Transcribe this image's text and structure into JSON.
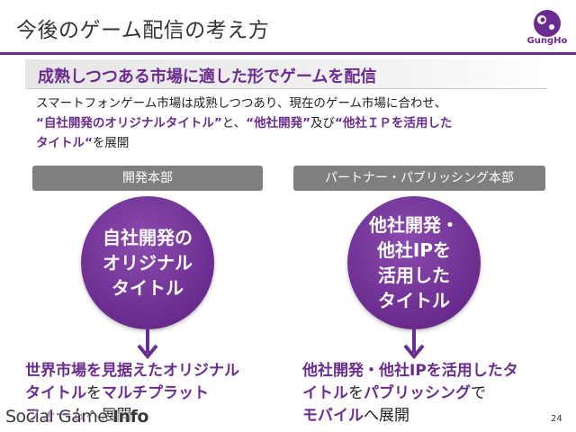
{
  "slide": {
    "title": "今後のゲーム配信の考え方",
    "logo_text": "GungHo",
    "subtitle": "成熟しつつある市場に適した形でゲームを配信",
    "body": {
      "line1": "スマートフォンゲーム市場は成熟しつつあり、現在のゲーム市場に合わせ、",
      "q1": "“自社開発のオリジナルタイトル”",
      "mid": "と、",
      "q2": "“他社開発”",
      "and": "及び",
      "q3": "“他社ＩＰを活用した",
      "q3b": "タイトル“",
      "tail": "を展開"
    },
    "left": {
      "dept": "開発本部",
      "circle_lines": [
        "自社開発の",
        "オリジナル",
        "タイトル"
      ],
      "outcome_hl1": "世界市場を見据えたオリジナル",
      "outcome_hl2": "タイトル",
      "outcome_plain1": "を",
      "outcome_hl3": "マルチプラット",
      "outcome_hl4": "フォーム",
      "outcome_plain2": "へ展開"
    },
    "right": {
      "dept": "パートナー・パブリッシング本部",
      "circle_lines": [
        "他社開発・",
        "他社IPを",
        "活用した",
        "タイトル"
      ],
      "outcome_hl1": "他社開発・他社IPを活用したタ",
      "outcome_hl2": "イトル",
      "outcome_plain1": "を",
      "outcome_hl3": "パブリッシング",
      "outcome_plain2": "で",
      "outcome_hl4": "モバイル",
      "outcome_plain3": "へ展開"
    },
    "page_number": "24",
    "watermark": {
      "part1": "Social Game ",
      "part2": "Info"
    },
    "colors": {
      "accent": "#6b2c8f",
      "tab": "#7f7f7f"
    }
  }
}
